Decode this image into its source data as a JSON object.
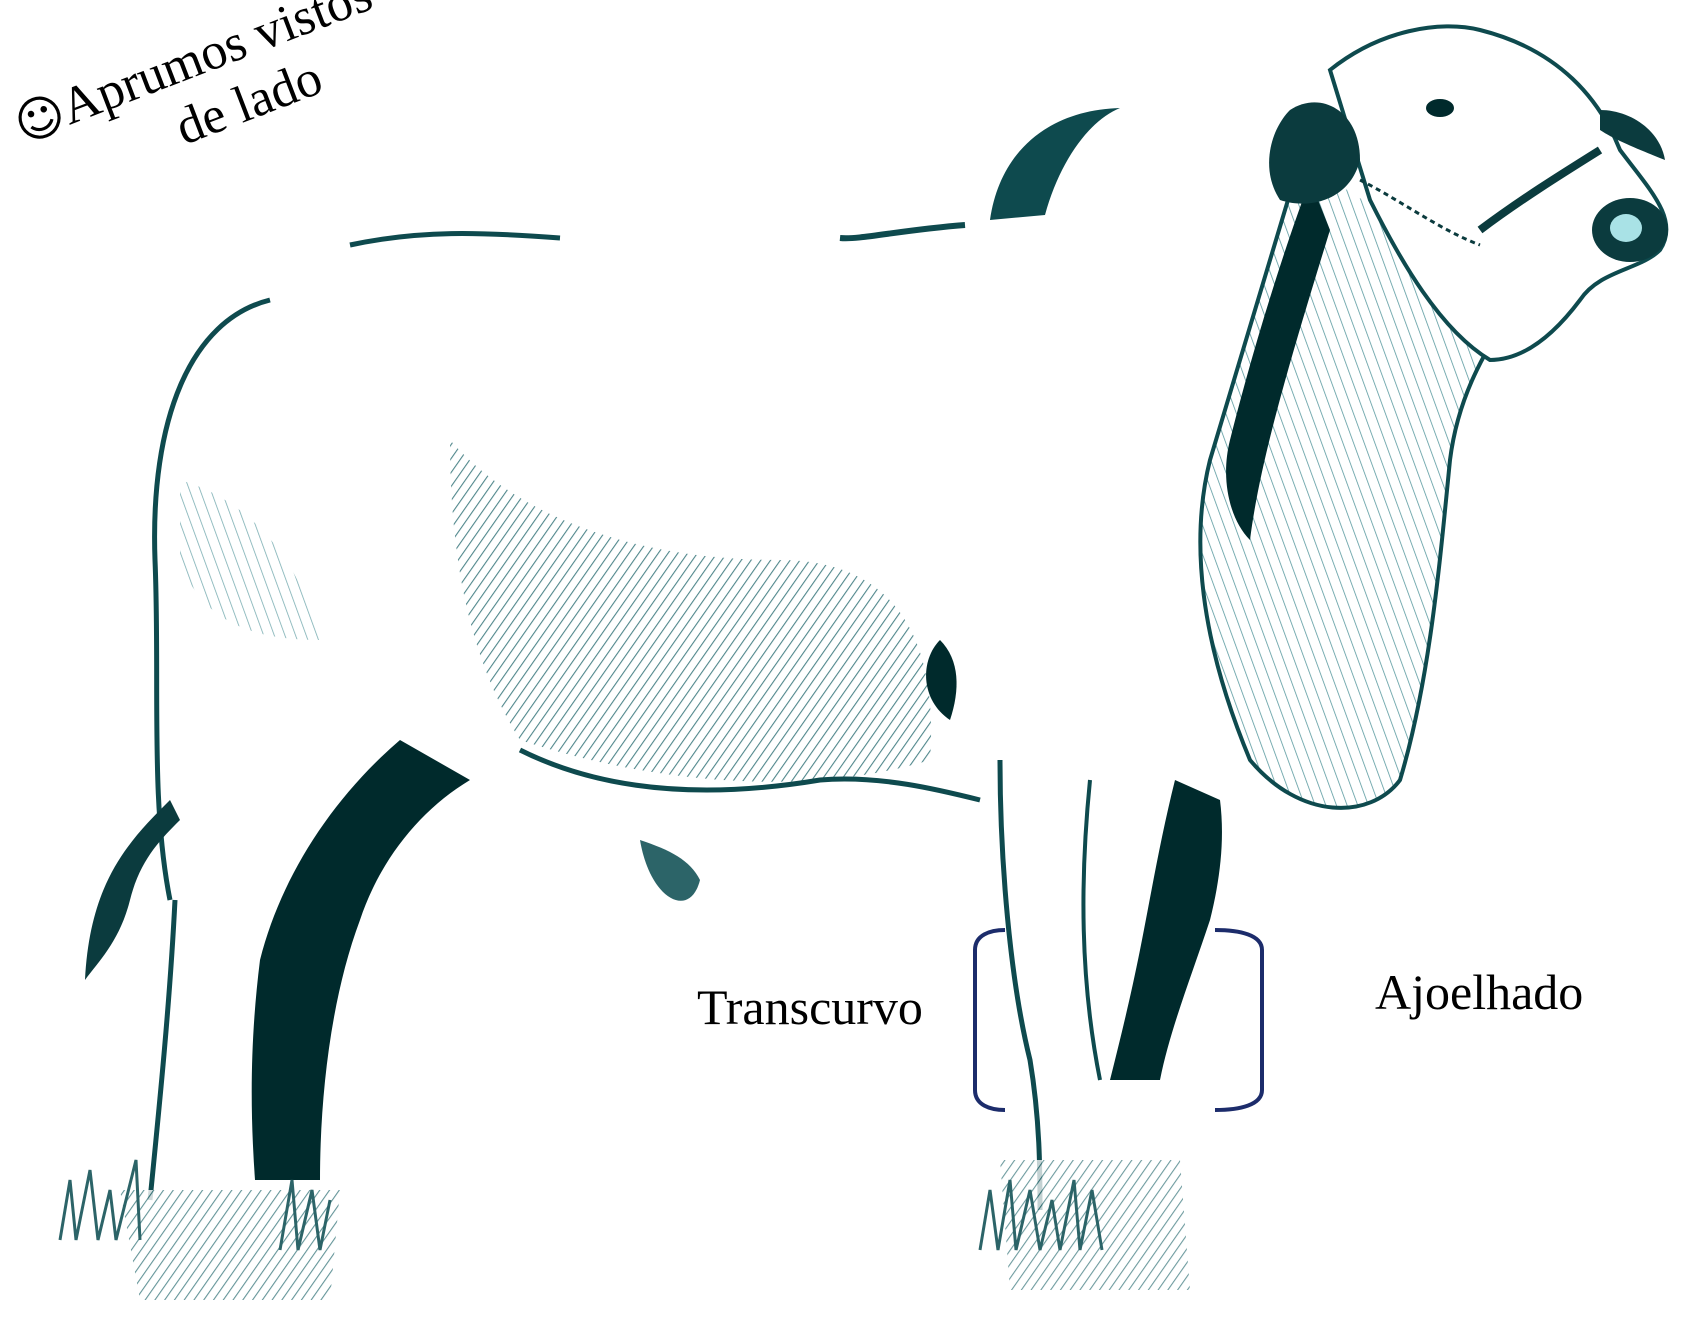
{
  "diagram": {
    "title": {
      "icon": "smiley-icon",
      "line1": "Aprumos vistos",
      "line2": "de lado"
    },
    "labels": {
      "left": "Transcurvo",
      "right": "Ajoelhado"
    },
    "colors": {
      "ink": "#002a2c",
      "shade": "#3d7a7f",
      "highlight": "#a9e2e6",
      "bracket": "#1c2c6b",
      "text": "#000000"
    }
  }
}
